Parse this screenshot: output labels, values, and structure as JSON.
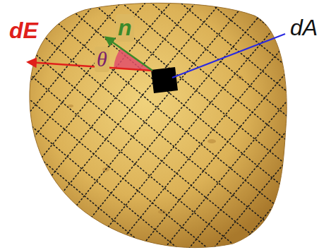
{
  "diagram": {
    "labels": [
      "dE",
      "n",
      "dA",
      "θ"
    ]
  }
}
